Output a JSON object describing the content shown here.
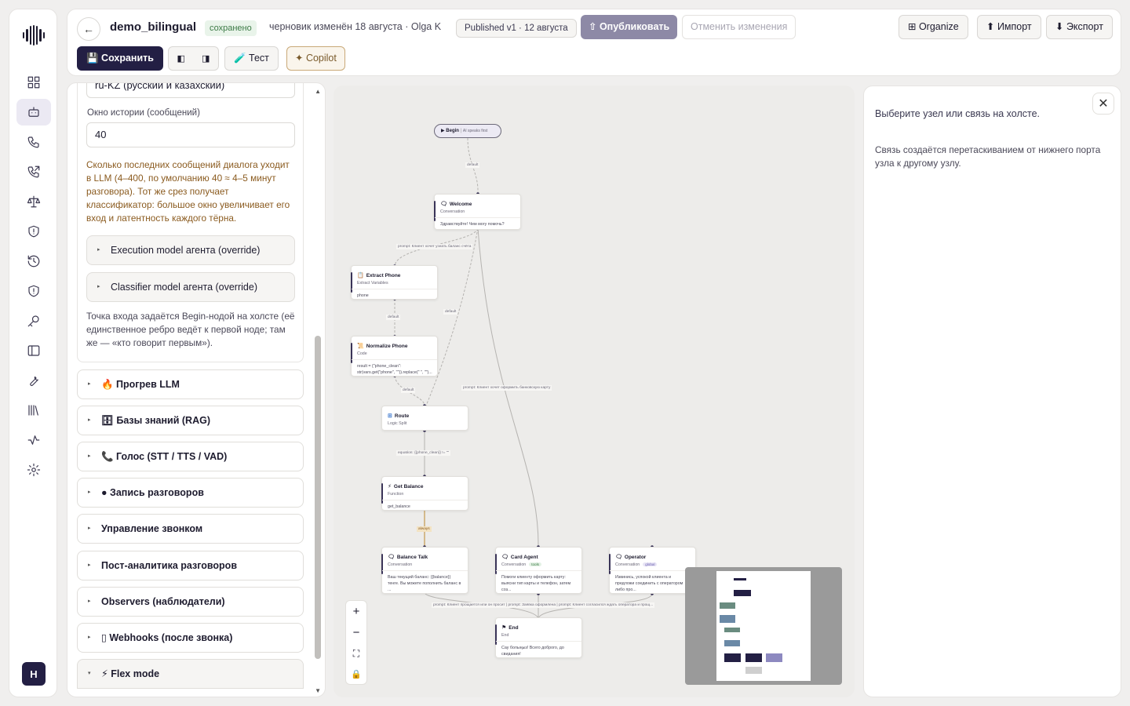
{
  "rail": {
    "items": [
      "dashboard-icon",
      "bot-icon",
      "phone-icon",
      "phone-outgoing-icon",
      "scale-icon",
      "shield-icon",
      "history-icon",
      "shield-alert-icon",
      "key-icon",
      "sidebar-icon",
      "wrench-icon",
      "library-icon",
      "activity-icon",
      "gear-icon"
    ],
    "active_index": 1,
    "avatar": "H"
  },
  "header": {
    "back": "←",
    "agent_name": "demo_bilingual",
    "saved": "сохранено",
    "draft": "черновик изменён 18 августа · Olga K",
    "published": "Published v1 · 12 августа",
    "publish": "⇧ Опубликовать",
    "cancel": "Отменить изменения",
    "organize": "⊞ Organize",
    "import": "⬆ Импорт",
    "export": "⬇ Экспорт",
    "save": "💾 Сохранить",
    "layout_left": "◧",
    "layout_right": "◨",
    "test": "🧪 Тест",
    "copilot": "✦ Copilot"
  },
  "settings": {
    "language_value": "ru-KZ (русский и казахский)",
    "history_label": "Окно истории (сообщений)",
    "history_value": "40",
    "history_hint": "Сколько последних сообщений диалога уходит в LLM (4–400, по умолчанию 40 ≈ 4–5 минут разговора). Тот же срез получает классификатор: большое окно увеличивает его вход и латентность каждого тёрна.",
    "exec_model": "Execution model агента (override)",
    "classifier_model": "Classifier model агента (override)",
    "entry_hint": "Точка входа задаётся Begin-нодой на холсте (её единственное ребро ведёт к первой ноде; там же — «кто говорит первым»).",
    "sections": [
      "🔥 Прогрев LLM",
      "🗄 Базы знаний (RAG)",
      "📞 Голос (STT / TTS / VAD)",
      "● Запись разговоров",
      "Управление звонком",
      "Пост-аналитика разговоров",
      "Observers (наблюдатели)",
      "▯ Webhooks (после звонка)",
      "⚡ Flex mode"
    ]
  },
  "canvas": {
    "begin": {
      "label": "Begin",
      "sub": "AI speaks first"
    },
    "nodes": {
      "welcome": {
        "title": "Welcome",
        "type": "Conversation",
        "body": "Здравствуйте! Чем могу помочь?"
      },
      "extract": {
        "title": "Extract Phone",
        "type": "Extract Variables",
        "body": "phone"
      },
      "normalize": {
        "title": "Normalize Phone",
        "type": "Code",
        "body": "result = {\"phone_clean\": str(vars.get(\"phone\", \"\")).replace(\" \", \"\")..."
      },
      "route": {
        "title": "Route",
        "type": "Logic Split",
        "body": ""
      },
      "balance": {
        "title": "Get Balance",
        "type": "Function",
        "body": "get_balance"
      },
      "balance_talk": {
        "title": "Balance Talk",
        "type": "Conversation",
        "body": "Ваш текущий баланс: {{balance}} тенге. Вы можете пополнить баланс в ..."
      },
      "card": {
        "title": "Card Agent",
        "type": "Conversation",
        "badge": "tools",
        "body": "Помоги клиенту оформить карту: выясни тип карты и телефон, затем соз..."
      },
      "operator": {
        "title": "Operator",
        "type": "Conversation",
        "badge": "global",
        "body": "Извинись, успокой клиента и предложи соединить с оператором либо про..."
      },
      "end": {
        "title": "End",
        "type": "End",
        "body": "Сау болыңыз! Всего доброго, до свидания!"
      }
    },
    "edges": {
      "begin_welcome": "default",
      "welcome_extract": "prompt: Клиент хочет узнать баланс счёта",
      "extract_normalize": "default",
      "welcome_route": "default",
      "normalize_route": "default",
      "welcome_card": "prompt: Клиент хочет оформить банковскую карту",
      "route_balance": "equation: {{phone_clean}} != \"\"",
      "balance_talk": "always",
      "to_end": "prompt: Клиент прощается или он просит | prompt: Заявка оформлена | prompt: Клиент согласился ждать оператора и прощ..."
    },
    "controls": [
      "+",
      "−",
      "⛶",
      "🔒"
    ],
    "colors": {
      "dark": "#231f44",
      "teal": "#6a8c80",
      "steel": "#6a89a6",
      "lavender": "#8d89c0",
      "gray": "#cfcfcf"
    }
  },
  "inspector": {
    "close": "✕",
    "title": "Выберите узел или связь на холсте.",
    "hint": "Связь создаётся перетаскиванием от нижнего порта узла к другому узлу."
  }
}
